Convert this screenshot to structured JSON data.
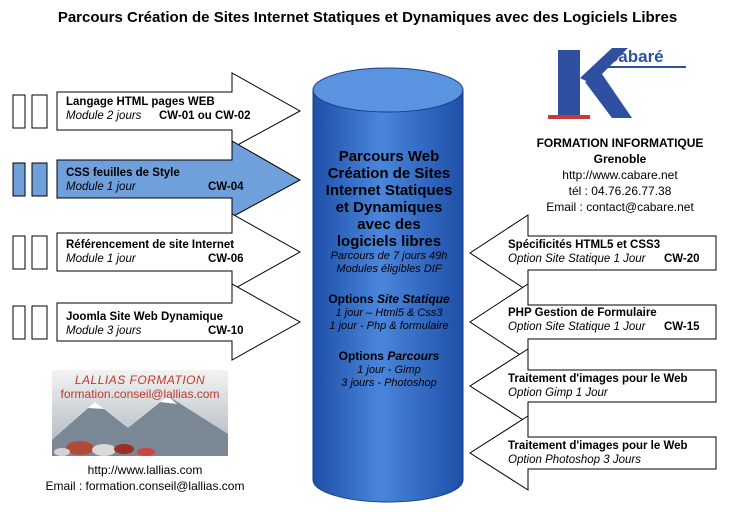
{
  "title": "Parcours Création de Sites Internet Statiques et Dynamiques avec des Logiciels Libres",
  "center": {
    "heading": [
      "Parcours Web",
      "Création de Sites",
      "Internet Statiques",
      "et Dynamiques",
      "avec des",
      "logiciels libres"
    ],
    "sub": [
      "Parcours de 7 jours 49h",
      "Modules éligibles DIF"
    ],
    "static_prefix": "Options ",
    "static_italic": "Site Statique",
    "static_lines": [
      "1 jour – Html5 & Css3",
      "1 jour  - Php & formulaire"
    ],
    "parcours_prefix": "Options ",
    "parcours_italic": "Parcours",
    "parcours_lines": [
      "1 jour - Gimp",
      "3 jours  - Photoshop"
    ]
  },
  "left_modules": [
    {
      "title": "Langage HTML pages WEB",
      "duration": "Module 2 jours",
      "code": "CW-01 ou CW-02"
    },
    {
      "title": "CSS feuilles de Style",
      "duration": "Module 1 jour",
      "code": "CW-04"
    },
    {
      "title": "Référencement de site Internet",
      "duration": "Module 1 jour",
      "code": "CW-06"
    },
    {
      "title": "Joomla Site Web Dynamique",
      "duration": "Module 3 jours",
      "code": "CW-10"
    }
  ],
  "right_options": [
    {
      "title": "Spécificités HTML5 et CSS3",
      "detail": "Option Site Statique 1 Jour",
      "code": "CW-20"
    },
    {
      "title": "PHP Gestion de Formulaire",
      "detail": "Option Site Statique 1 Jour",
      "code": "CW-15"
    },
    {
      "title": "Traitement d'images pour le Web",
      "detail": "Option Gimp 1 Jour",
      "code": ""
    },
    {
      "title": "Traitement d'images pour le Web",
      "detail": "Option Photoshop 3 Jours",
      "code": ""
    }
  ],
  "cabare": {
    "logo_text": "Cabaré",
    "logo_letter": "K",
    "tagline": "FORMATION INFORMATIQUE",
    "city": "Grenoble",
    "url": "http://www.cabare.net",
    "phone": "tél : 04.76.26.77.38",
    "email": "Email : contact@cabare.net"
  },
  "lallias": {
    "logo_text": "LALLIAS FORMATION",
    "logo_email": "formation.conseil@lallias.com",
    "url": "http://www.lallias.com",
    "email": "Email :  formation.conseil@lallias.com"
  },
  "colors": {
    "accent": "#3f6fbf",
    "cylinder": "#2f63c0",
    "highlight": "#6fa0dc",
    "cabare_red": "#c83a3a",
    "cabare_blue": "#2f4fa0",
    "lallias_red": "#c0392b"
  }
}
